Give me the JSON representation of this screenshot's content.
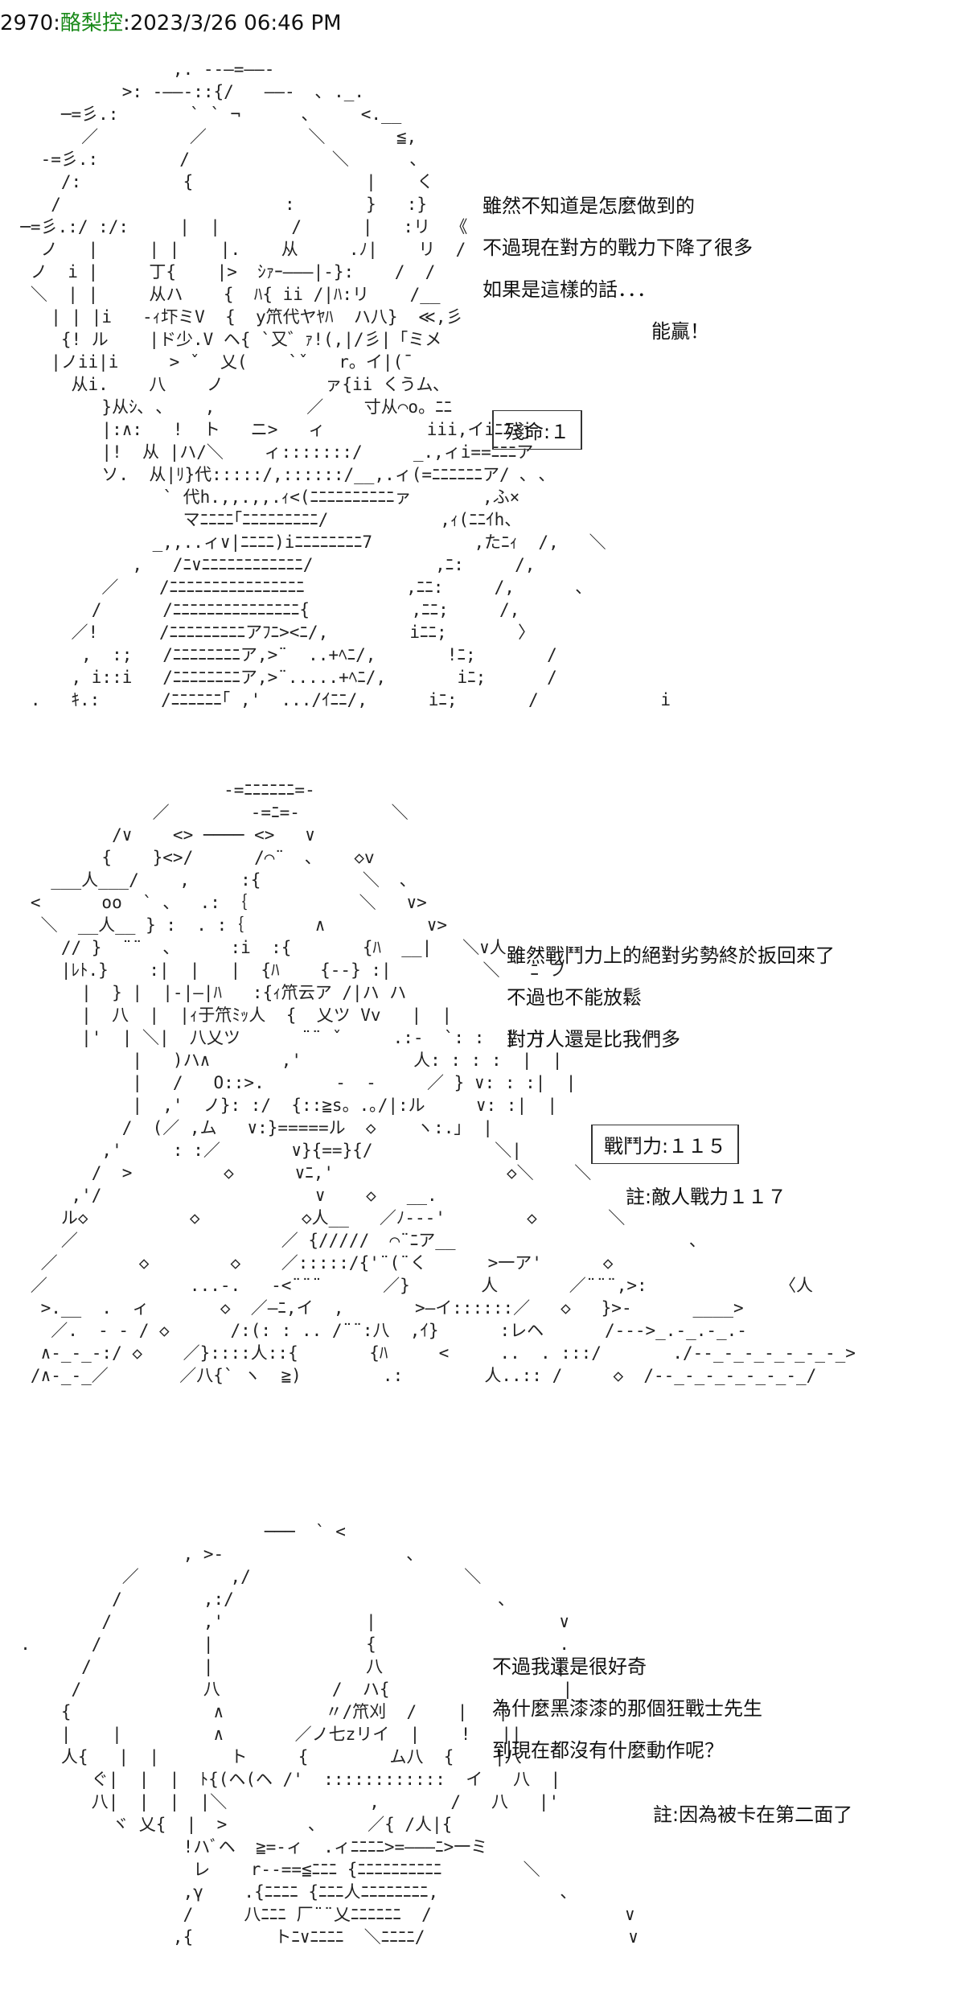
{
  "header": {
    "post_number": "2970:",
    "author": "酪梨控",
    "timestamp": ":2023/3/26 06:46 PM"
  },
  "panel1": {
    "art": "                 ,. --—=——-\n            >: -——-::{/   ——-  ､ ._.\n      ─=彡.:       ` ` ¬      ､     <.__\n        ／         ／          ＼       ≦,\n    -=彡.:        /              ＼      ､\n      /:          {                 |    く\n     /                      :       }   :}\n  ─=彡.:/ :/:     |  |       /      |   :リ  《\n    ノ   |     | |    |.    从     .ﾉ|    リ  /\n   ノ  i |     丁{    |>  ｼｧｰ———|-}:    /  /\n   ＼  | |     从ハ    {  ﾊ{ ii /|ﾊ:リ    /__\n     | | |i   -ｨ圷ミV  {  y笊代ヤﾔﾊ  ハ八}  ≪,彡\n      {! ル    |ド少.V ヘ{ `又゛ｧ!(,|/彡|「ミメ\n     |ノii|i     > ˇ  乂(    `ˇ   r。イ|(¯\n       从i.    八    ノ          ァ{ii くうム､\n          }从ｼ､ ､    ,         ／    寸从⌒o。ﾆﾆ\n          |:∧:   !  ト   ニ>   ィ          iii,イiﾆﾆ-j\n          |!  从 |ハ/＼    ィ:::::::/     _.,ィi==ﾆﾆﾆア\n          ソ.  从|ﾘ}代:::::/,::::::/__,.ィ(=ﾆﾆﾆﾆﾆﾆア/ ､ 、\n                ` 代h.,,.,,.ｨ<(ﾆﾆﾆﾆﾆﾆﾆﾆﾆﾆァ       ,ふ×\n                  マﾆﾆﾆﾆ｢ﾆﾆﾆﾆﾆﾆﾆﾆﾆ/           ,ｨ(ﾆﾆｲh、\n               _,,..ィ∨|ﾆﾆﾆﾆ)iﾆﾆﾆﾆﾆﾆﾆﾆ7          ,たﾆｨ  /,   ＼\n             ,   /ﾆ∨ﾆﾆﾆﾆﾆﾆﾆﾆﾆﾆﾆﾆ/            ,ﾆ:     /,\n          ／    /ﾆﾆﾆﾆﾆﾆﾆﾆﾆﾆﾆﾆﾆﾆﾆﾆ          ,ﾆﾆ:     /,      ､\n         /      /ﾆﾆﾆﾆﾆﾆﾆﾆﾆﾆﾆﾆﾆﾆﾆ{          ,ﾆﾆ;     /,\n       ／!      /ﾆﾆﾆﾆﾆﾆﾆﾆﾆアﾌﾆ><ﾆ/,        iﾆﾆ;       〉\n        ,  :;   /ﾆﾆﾆﾆﾆﾆﾆﾆア,>¨  ..+ﾍﾆ/,       !ﾆ;       /\n       , i::i   /ﾆﾆﾆﾆﾆﾆﾆﾆア,>¨.....+ﾍﾆ/,       iﾆ;      /\n   .   ｷ.:      /ﾆﾆﾆﾆﾆﾆ｢ ,'  .../ｲﾆﾆ/,      iﾆ;       /            i",
    "dialogue": [
      "雖然不知道是怎麼做到的",
      "不過現在對方的戰力下降了很多",
      "如果是這樣的話．．．",
      "能贏！"
    ],
    "box": "殘命:１"
  },
  "panel2": {
    "art": "                      -=ﾆﾆﾆﾆﾆﾆ=-\n               ／        -=ﾆ=-         ＼\n           /∨    <> ──── <>   ∨\n          {    }<>/      /⌒¨  ､    ◇v\n     ___人___/    ,     :{          ＼  ､\n   <      oo  ` 、  .: ｛           ＼   ∨>\n    ＼  __人__ } :  . :｛       ∧          ∨>\n      // }  ¨¨  、     :i  :{       {ﾊ  __|   ＼∨人\n      |ﾚﾄ.}    :|  |   |  {ﾊ    {--} :|         ＼   ﾆ フ\n        |  } |  |-|—|ﾊ   :{ｨ笊云ア /|ハ ハ\n        |  八  |  |ｨ于笊ﾐｯ人  {  乂ツ Vv   |  |\n        |'  | ＼|  八乂ツ      ¨¨ ˇ     .:-  `: :  |  |\n             |   )ハ∧       ,'           人: : : :  |  |\n             |   /   O::>.       -  -     ／ } ∨: : :|  |\n             |  ,'  ノ}: :/  {::≧s。.｡/|:ル     ∨: :|  |\n            /  (／ ,ム   ∨:}=====ル  ◇    ヽ:.｣  |\n          ,'     : :／       ∨}{==}{/            ＼|\n         /  >         ◇      ∨ﾆ,'                 ◇＼    ＼\n       ,'/                     ∨    ◇   __.\n      ル◇          ◇          ◇人__   ／ﾉ--‐'        ◇       ＼\n      ／                    ／ {/////  ⌒¨ﾆア__                       ､\n    ／        ◇        ◇    ／:::::/{'¨(¨く      >一ア'      ◇\n   ／              ...-.   -<¨¨¨      ／}       人       ／¨¨¨,>:             〈人\n    >.__  .  ィ       ◇  ／—ﾆ,イ  ,       >—イ::::::／   ◇   }>-      ____>\n     ／.  - ‐ / ◇      /:(: : .. /¨¨:八  ,ｲ}      :レヘ      /--‐>_.-_.-_.-\n    ∧-_-_-:/ ◇    ／}::::人::{       {ﾊ     <     ..  . :::/       ./--_-_-_-_-_-_-_>\n   /∧-_-_／       ／八{` ヽ  ≧)        .:        人..:: /     ◇  /--_-_-_-_-_-_-_/",
    "dialogue": [
      "雖然戰鬥力上的絕對劣勢終於扳回來了",
      "不過也不能放鬆",
      "對方人還是比我們多"
    ],
    "box": "戰鬥力:１１５",
    "note": "註:敵人戰力１１７"
  },
  "panel3": {
    "art": "                          ───  ` <\n                  , >-                  ､\n            ／         ,/                     ＼\n           /        ,:/                          ､\n          /         ,'              |                  ∨\n  .      /          |               {                  .\n        /           |               八                 |\n       /            八           /  ハ{                 |\n      {              ∧          〃/笊刈  /    |   |\n      |    |         ∧       ／ノ七zリイ  |    !   ||\n      人{   |  |       ト     {        ム八  {    |八\n         ぐ|  |  |  ﾄ{(ヘ(ヘ /'  ::::::::::::  イ   八  |\n         八|  |  |  |＼              ,       /   八   |'\n           ヾ 乂{  |  >        ､     ／{ /人|{\n                  !ハﾞヘ  ≧=‐ィ  .ィﾆﾆﾆﾆ>=———ﾆ>一ミ\n                   レ    r--==≦ﾆﾆﾆ {ﾆﾆﾆﾆﾆﾆﾆﾆﾆﾆ        ＼\n                  ,γ    .{ﾆﾆﾆﾆ {ﾆﾆﾆ人ﾆﾆﾆﾆﾆﾆﾆﾆ,            ､\n                  /     八ﾆﾆﾆ 厂¨¨乂ﾆﾆﾆﾆﾆﾆ  /                   ∨\n                 ,{        トﾆ∨ﾆﾆﾆﾆ  ＼ﾆﾆﾆﾆ/                    ∨",
    "dialogue": [
      "不過我還是很好奇",
      "為什麼黑漆漆的那個狂戰士先生",
      "到現在都沒有什麼動作呢？"
    ],
    "note": "註:因為被卡在第二面了"
  }
}
